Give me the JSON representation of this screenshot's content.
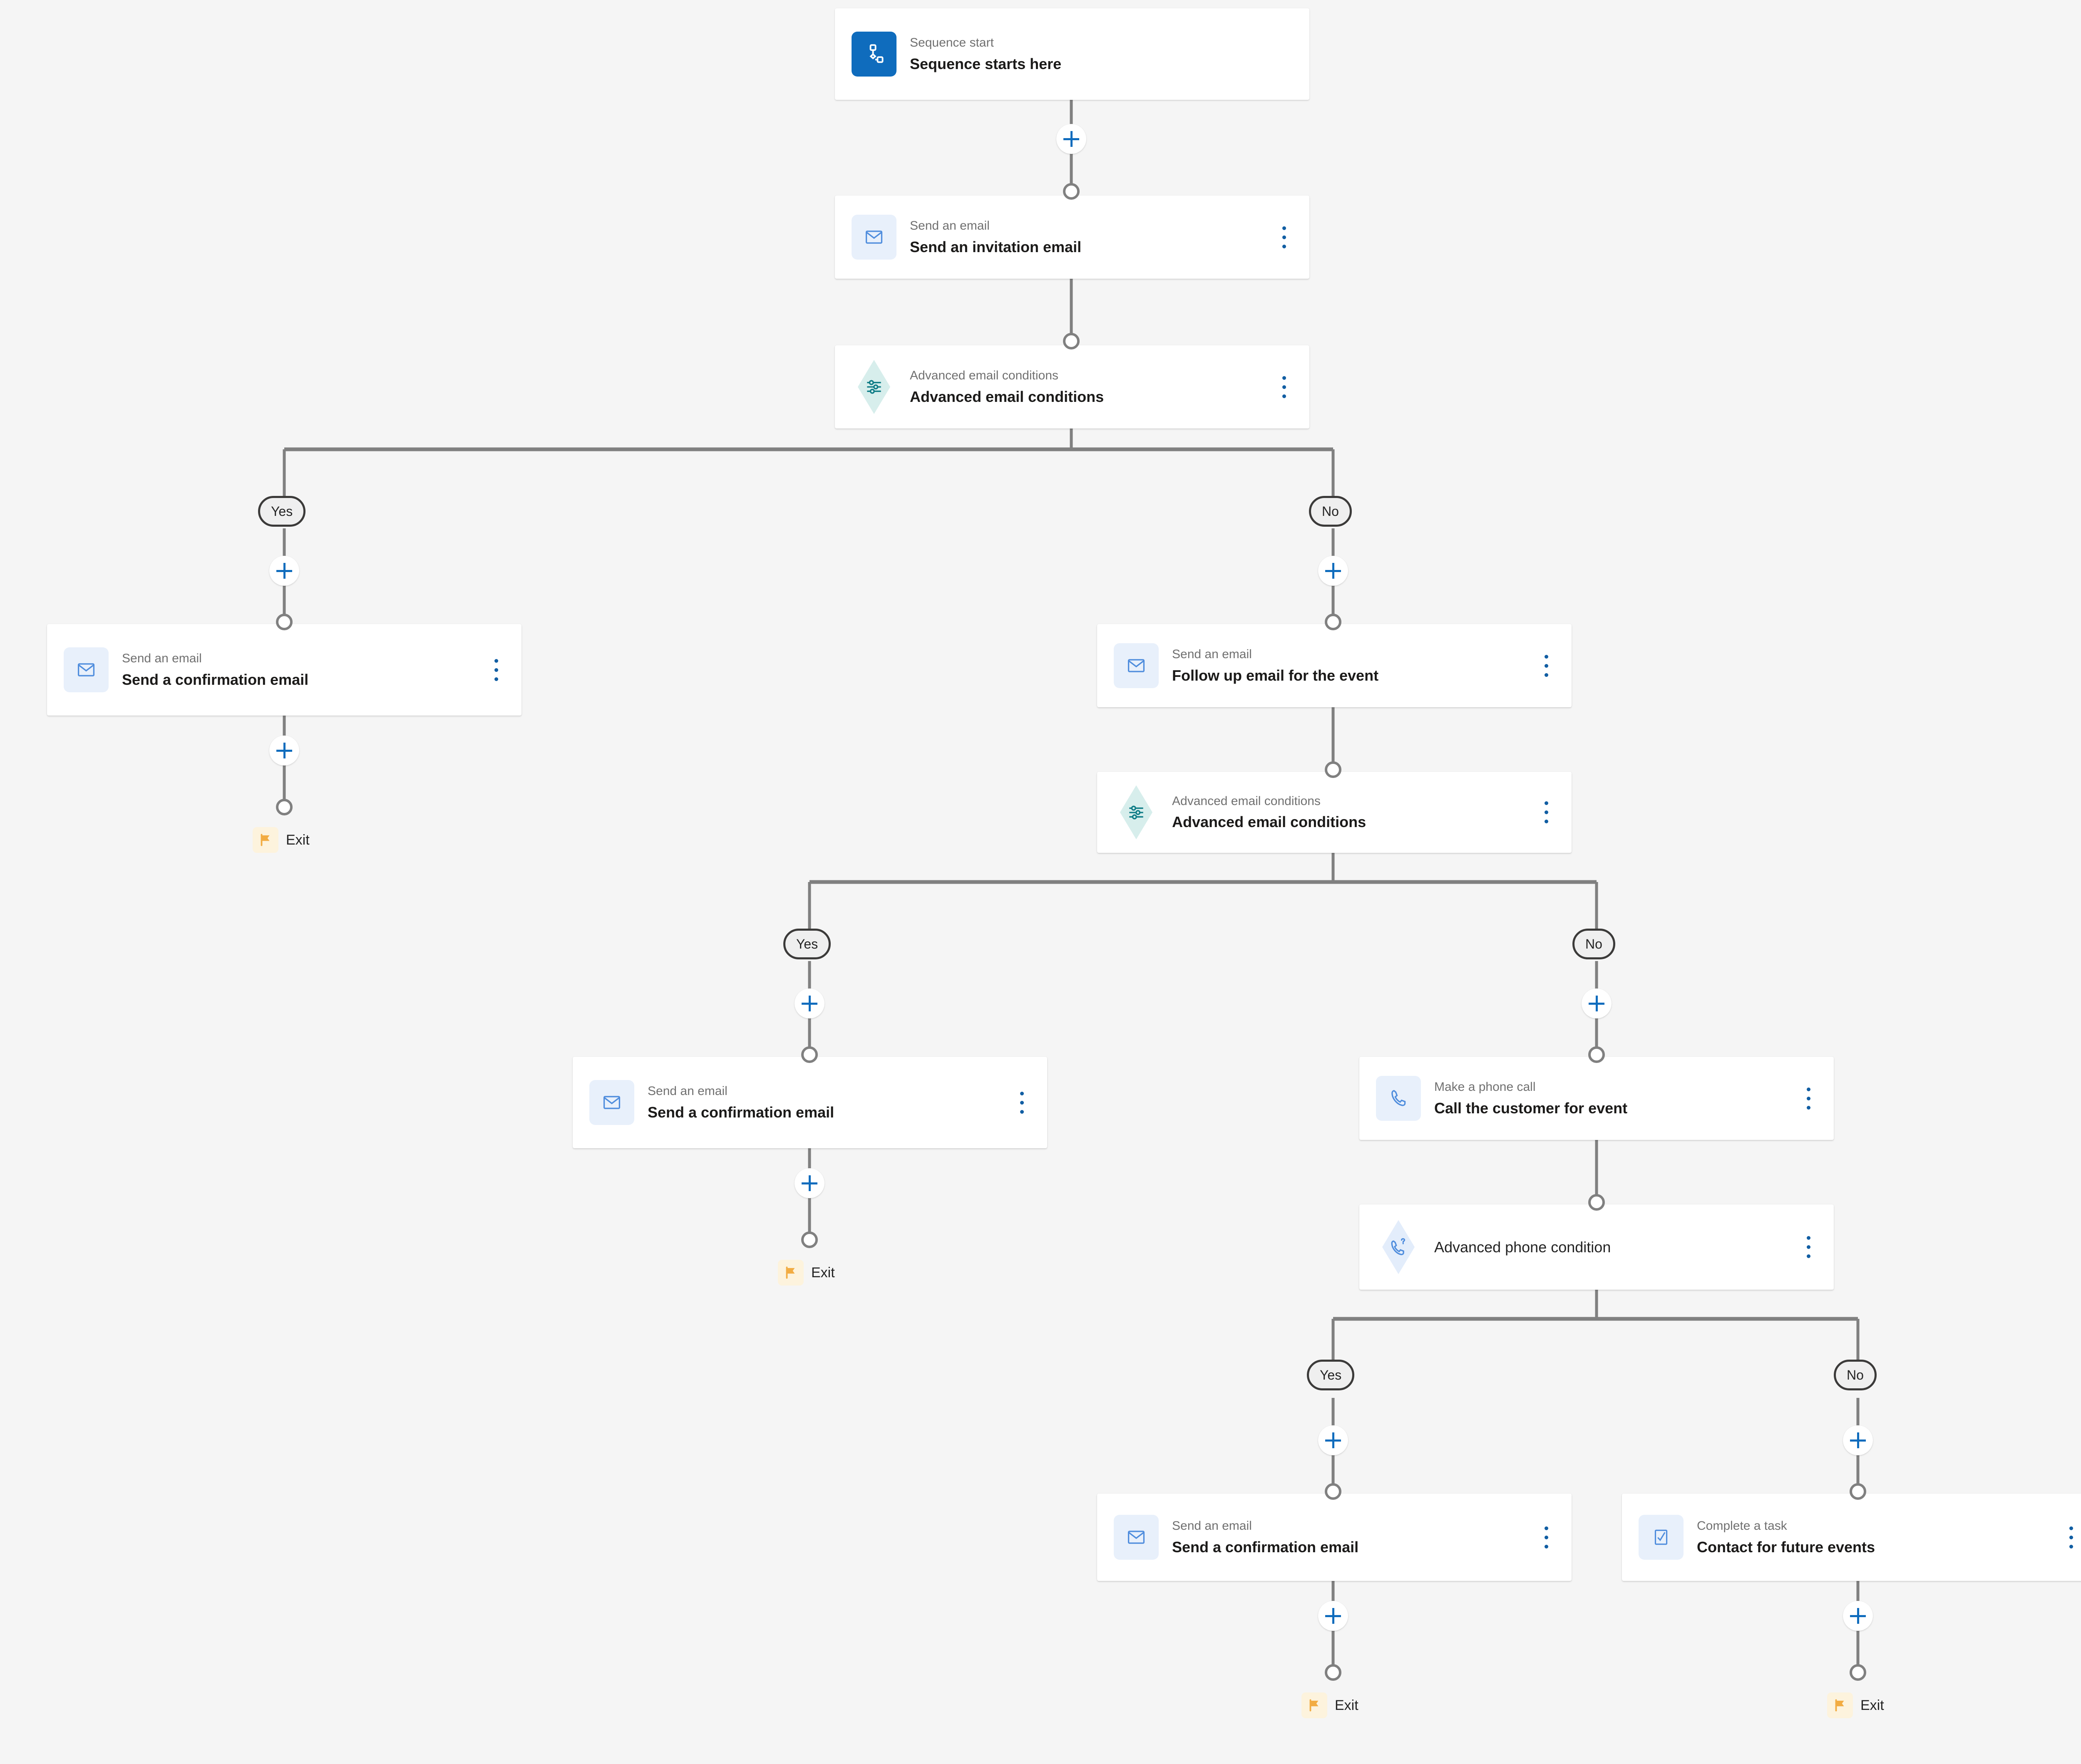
{
  "canvas": {
    "background": "#f5f5f5",
    "accent": "#0f6cbd",
    "line_color": "#808080",
    "exit_color": "#f2ac42",
    "condition_teal": "#0e7c86",
    "condition_blue": "#4f8ddd"
  },
  "nodes": [
    {
      "id": "start",
      "kind": "start",
      "icon": "sequence-start-icon",
      "subtitle": "Sequence start",
      "title": "Sequence starts here",
      "has_menu": false
    },
    {
      "id": "email-invitation",
      "kind": "email",
      "icon": "envelope-icon",
      "subtitle": "Send an email",
      "title": "Send an invitation email",
      "has_menu": true
    },
    {
      "id": "cond-email-1",
      "kind": "condition-email",
      "icon": "sliders-icon",
      "subtitle": "Advanced email conditions",
      "title": "Advanced email conditions",
      "has_menu": true
    },
    {
      "id": "email-confirm-1",
      "kind": "email",
      "icon": "envelope-icon",
      "subtitle": "Send an email",
      "title": "Send a confirmation email",
      "has_menu": true
    },
    {
      "id": "email-followup",
      "kind": "email",
      "icon": "envelope-icon",
      "subtitle": "Send an email",
      "title": "Follow up email for the event",
      "has_menu": true
    },
    {
      "id": "cond-email-2",
      "kind": "condition-email",
      "icon": "sliders-icon",
      "subtitle": "Advanced email conditions",
      "title": "Advanced email conditions",
      "has_menu": true
    },
    {
      "id": "email-confirm-2",
      "kind": "email",
      "icon": "envelope-icon",
      "subtitle": "Send an email",
      "title": "Send a confirmation email",
      "has_menu": true
    },
    {
      "id": "phone-call",
      "kind": "phone",
      "icon": "phone-icon",
      "subtitle": "Make a phone call",
      "title": "Call the customer for event",
      "has_menu": true
    },
    {
      "id": "cond-phone",
      "kind": "condition-phone",
      "icon": "phone-question-icon",
      "subtitle": "",
      "title": "Advanced phone condition",
      "has_menu": true
    },
    {
      "id": "email-confirm-3",
      "kind": "email",
      "icon": "envelope-icon",
      "subtitle": "Send an email",
      "title": "Send a confirmation email",
      "has_menu": true
    },
    {
      "id": "task-contact",
      "kind": "task",
      "icon": "task-checkbox-icon",
      "subtitle": "Complete a task",
      "title": "Contact for future events",
      "has_menu": true
    }
  ],
  "branches": [
    {
      "id": "b1-yes",
      "label": "Yes"
    },
    {
      "id": "b1-no",
      "label": "No"
    },
    {
      "id": "b2-yes",
      "label": "Yes"
    },
    {
      "id": "b2-no",
      "label": "No"
    },
    {
      "id": "b3-yes",
      "label": "Yes"
    },
    {
      "id": "b3-no",
      "label": "No"
    }
  ],
  "exits": [
    {
      "id": "exit-1",
      "label": "Exit",
      "icon": "flag-icon"
    },
    {
      "id": "exit-2",
      "label": "Exit",
      "icon": "flag-icon"
    },
    {
      "id": "exit-3",
      "label": "Exit",
      "icon": "flag-icon"
    },
    {
      "id": "exit-4",
      "label": "Exit",
      "icon": "flag-icon"
    }
  ],
  "add_buttons": [
    {
      "id": "add-after-start"
    },
    {
      "id": "add-b1-yes"
    },
    {
      "id": "add-b1-no"
    },
    {
      "id": "add-after-confirm-1"
    },
    {
      "id": "add-b2-yes"
    },
    {
      "id": "add-b2-no"
    },
    {
      "id": "add-after-confirm-2"
    },
    {
      "id": "add-b3-yes"
    },
    {
      "id": "add-b3-no"
    },
    {
      "id": "add-after-confirm-3"
    },
    {
      "id": "add-after-task"
    }
  ]
}
